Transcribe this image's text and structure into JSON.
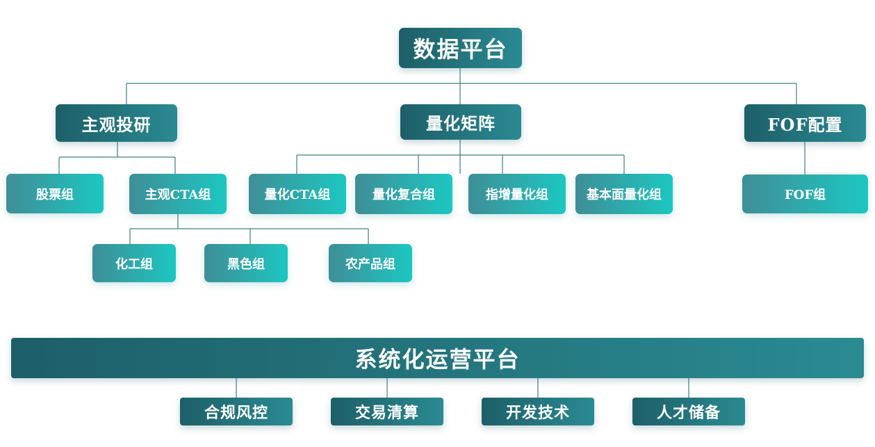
{
  "root": {
    "label": "数据平台"
  },
  "branches": {
    "subjective": {
      "label": "主观投研"
    },
    "quant": {
      "label": "量化矩阵"
    },
    "fof": {
      "label": "FOF配置"
    }
  },
  "subjective_children": {
    "stock": {
      "label": "股票组"
    },
    "cta": {
      "label": "主观CTA组"
    }
  },
  "cta_children": {
    "chemical": {
      "label": "化工组"
    },
    "black": {
      "label": "黑色组"
    },
    "agri": {
      "label": "农产品组"
    }
  },
  "quant_children": {
    "quant_cta": {
      "label": "量化CTA组"
    },
    "composite": {
      "label": "量化复合组"
    },
    "index_enh": {
      "label": "指增量化组"
    },
    "fundamental": {
      "label": "基本面量化组"
    }
  },
  "fof_children": {
    "fof_group": {
      "label": "FOF组"
    }
  },
  "operations": {
    "title": "系统化运营平台",
    "items": {
      "compliance": {
        "label": "合规风控"
      },
      "clearing": {
        "label": "交易清算"
      },
      "tech": {
        "label": "开发技术"
      },
      "talent": {
        "label": "人才储备"
      }
    }
  },
  "colors": {
    "dark_start": "#1d5f68",
    "dark_end": "#2a8a92",
    "light_start": "#3f8e97",
    "light_end": "#1cc7c1",
    "connector": "#3a7f86"
  }
}
